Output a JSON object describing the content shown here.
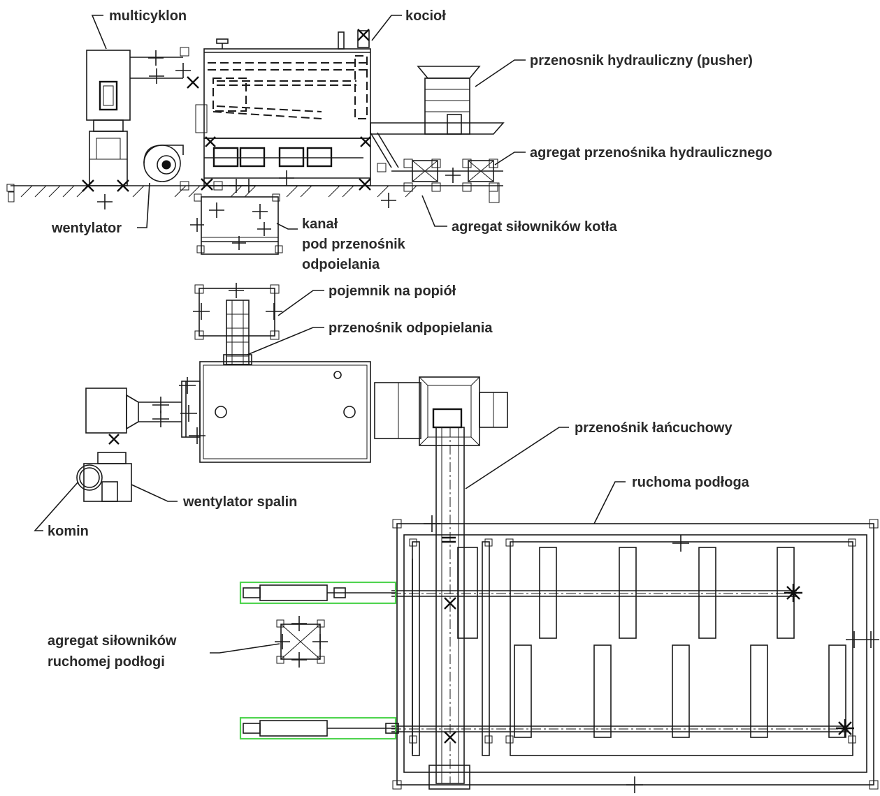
{
  "labels": {
    "multicyklon": "multicyklon",
    "kociol": "kocioł",
    "pusher": "przenosnik hydrauliczny (pusher)",
    "agregat_przenosnika": "agregat przenośnika hydraulicznego",
    "wentylator": "wentylator",
    "kanal_1": "kanał",
    "kanal_2": "pod przenośnik",
    "kanal_3": "odpoielania",
    "agregat_silownikow_kotla": "agregat siłowników kotła",
    "pojemnik": "pojemnik na popiół",
    "przenosnik_odpopielania": "przenośnik odpopielania",
    "przenosnik_lancuchowy": "przenośnik łańcuchowy",
    "ruchoma_podloga": "ruchoma podłoga",
    "wentylator_spalin": "wentylator spalin",
    "komin": "komin",
    "agregat_podlogi_1": "agregat siłowników",
    "agregat_podlogi_2": "ruchomej podłogi"
  },
  "colors": {
    "line": "#1a1a1a",
    "label": "#2a2a2a",
    "highlight": "#4fd44f",
    "background": "#ffffff"
  }
}
